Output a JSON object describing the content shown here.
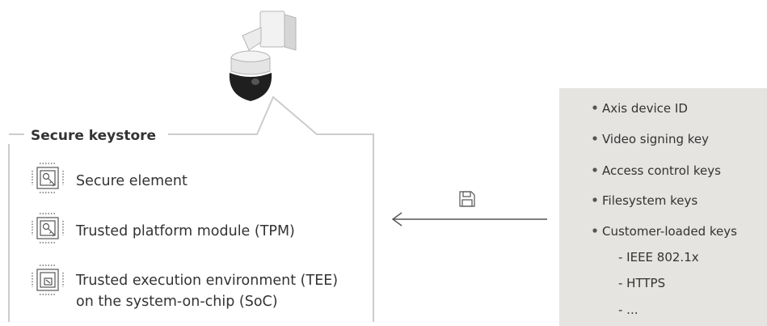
{
  "keystore": {
    "title": "Secure keystore",
    "items": [
      {
        "label": "Secure element",
        "icon": "chip-key-icon"
      },
      {
        "label": "Trusted platform module (TPM)",
        "icon": "chip-key-icon"
      },
      {
        "label_line1": "Trusted execution environment (TEE)",
        "label_line2": "on the system-on-chip (SoC)",
        "icon": "chip-tee-icon"
      }
    ]
  },
  "transfer": {
    "icon": "floppy-disk-icon"
  },
  "keys_panel": {
    "background": "#e6e4e1",
    "items": [
      "Axis device ID",
      "Video signing key",
      "Access control keys",
      "Filesystem keys",
      "Customer-loaded keys"
    ],
    "subitems": [
      "- IEEE 802.1x",
      "- HTTPS",
      "- ..."
    ]
  },
  "colors": {
    "text": "#333333",
    "callout": "#cccccc",
    "panel": "#e6e4e1",
    "arrow": "#555555"
  }
}
